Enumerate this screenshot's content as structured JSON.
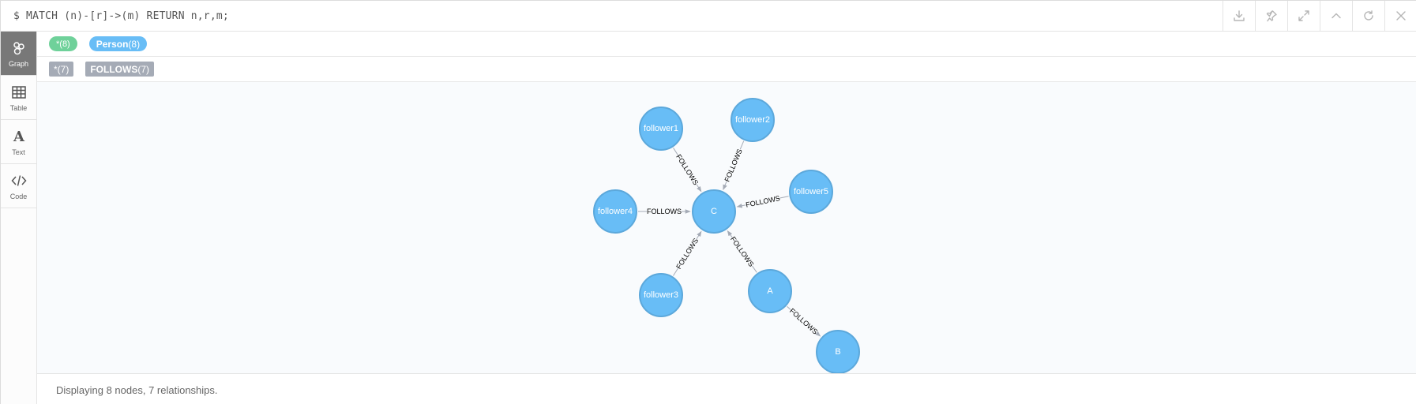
{
  "query": "$ MATCH (n)-[r]->(m) RETURN n,r,m;",
  "header_buttons": [
    {
      "name": "download-icon"
    },
    {
      "name": "pin-icon"
    },
    {
      "name": "expand-icon"
    },
    {
      "name": "collapse-up-icon"
    },
    {
      "name": "rerun-icon"
    },
    {
      "name": "close-icon"
    }
  ],
  "sidebar": {
    "items": [
      {
        "label": "Graph",
        "icon": "graph-icon",
        "active": true
      },
      {
        "label": "Table",
        "icon": "table-icon",
        "active": false
      },
      {
        "label": "Text",
        "icon": "text-icon",
        "active": false
      },
      {
        "label": "Code",
        "icon": "code-icon",
        "active": false
      }
    ]
  },
  "legend": {
    "node_labels": [
      {
        "name": "*",
        "count": "(8)",
        "color": "#6fd19a"
      },
      {
        "name": "Person",
        "count": "(8)",
        "color": "#68bdf6"
      }
    ],
    "rel_types": [
      {
        "name": "*",
        "count": "(7)",
        "color": "#a5abb6"
      },
      {
        "name": "FOLLOWS",
        "count": "(7)",
        "color": "#a5abb6"
      }
    ]
  },
  "graph": {
    "nodes": [
      {
        "id": "follower1",
        "label": "follower1"
      },
      {
        "id": "follower2",
        "label": "follower2"
      },
      {
        "id": "follower4",
        "label": "follower4"
      },
      {
        "id": "C",
        "label": "C"
      },
      {
        "id": "follower5",
        "label": "follower5"
      },
      {
        "id": "follower3",
        "label": "follower3"
      },
      {
        "id": "A",
        "label": "A"
      },
      {
        "id": "B",
        "label": "B"
      }
    ],
    "relationships": [
      {
        "from": "follower1",
        "to": "C",
        "type": "FOLLOWS"
      },
      {
        "from": "follower2",
        "to": "C",
        "type": "FOLLOWS"
      },
      {
        "from": "follower4",
        "to": "C",
        "type": "FOLLOWS"
      },
      {
        "from": "follower5",
        "to": "C",
        "type": "FOLLOWS"
      },
      {
        "from": "follower3",
        "to": "C",
        "type": "FOLLOWS"
      },
      {
        "from": "A",
        "to": "C",
        "type": "FOLLOWS"
      },
      {
        "from": "A",
        "to": "B",
        "type": "FOLLOWS"
      }
    ],
    "node_color": "#68bdf6",
    "rel_color": "#a5abb6"
  },
  "footer": {
    "status": "Displaying 8 nodes, 7 relationships."
  }
}
